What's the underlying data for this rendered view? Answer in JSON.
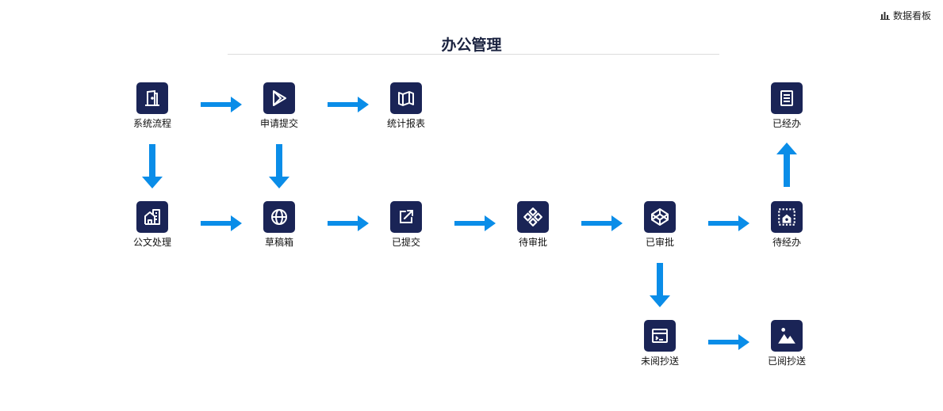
{
  "header": {
    "dashboard_link": "数据看板",
    "dashboard_icon": "bar-chart-icon"
  },
  "page": {
    "title": "办公管理"
  },
  "colors": {
    "icon_bg": "#1a2456",
    "arrow": "#0a8de8"
  },
  "nodes": {
    "system_flow": {
      "label": "系统流程",
      "icon": "door-icon"
    },
    "apply_submit": {
      "label": "申请提交",
      "icon": "play-store-icon"
    },
    "stat_report": {
      "label": "统计报表",
      "icon": "map-icon"
    },
    "doc_process": {
      "label": "公文处理",
      "icon": "building-icon"
    },
    "draft_box": {
      "label": "草稿箱",
      "icon": "globe-icon"
    },
    "submitted": {
      "label": "已提交",
      "icon": "external-link-icon"
    },
    "pending_approval": {
      "label": "待审批",
      "icon": "grid-pattern-icon"
    },
    "approved": {
      "label": "已审批",
      "icon": "codepen-icon"
    },
    "pending_handle": {
      "label": "待经办",
      "icon": "dotted-image-icon"
    },
    "handled": {
      "label": "已经办",
      "icon": "document-icon"
    },
    "unread_cc": {
      "label": "未阅抄送",
      "icon": "terminal-window-icon"
    },
    "read_cc": {
      "label": "已阅抄送",
      "icon": "image-icon"
    }
  }
}
